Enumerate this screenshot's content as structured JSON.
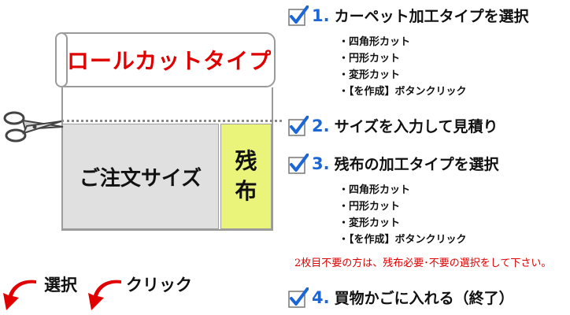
{
  "illustration": {
    "roll_title": "ロールカットタイプ",
    "order_size_label": "ご注文サイズ",
    "remnant_label": "残布"
  },
  "hints": [
    {
      "label": "選択",
      "icon": "red-curved-arrow-icon"
    },
    {
      "label": "クリック",
      "icon": "red-curved-arrow-icon"
    }
  ],
  "steps": [
    {
      "number": "1.",
      "label": "カーペット加工タイプを選択",
      "items": [
        "・四角形カット",
        "・円形カット",
        "・変形カット",
        "・【を作成】ボタンクリック"
      ]
    },
    {
      "number": "2.",
      "label": "サイズを入力して見積り"
    },
    {
      "number": "3.",
      "label": "残布の加工タイプを選択",
      "items": [
        "・四角形カット",
        "・円形カット",
        "・変形カット",
        "・【を作成】ボタンクリック"
      ],
      "note": "2枚目不要の方は、残布必要･不要の選択をして下さい。"
    },
    {
      "number": "4.",
      "label": "買物かごに入れる（終了）"
    }
  ],
  "colors": {
    "check": "#1c66d6",
    "step_number": "#1c66d6",
    "roll_title": "#e00000",
    "remnant_fill": "#eaf47a",
    "order_fill": "#e0e0e0",
    "arrow": "#e00000"
  }
}
